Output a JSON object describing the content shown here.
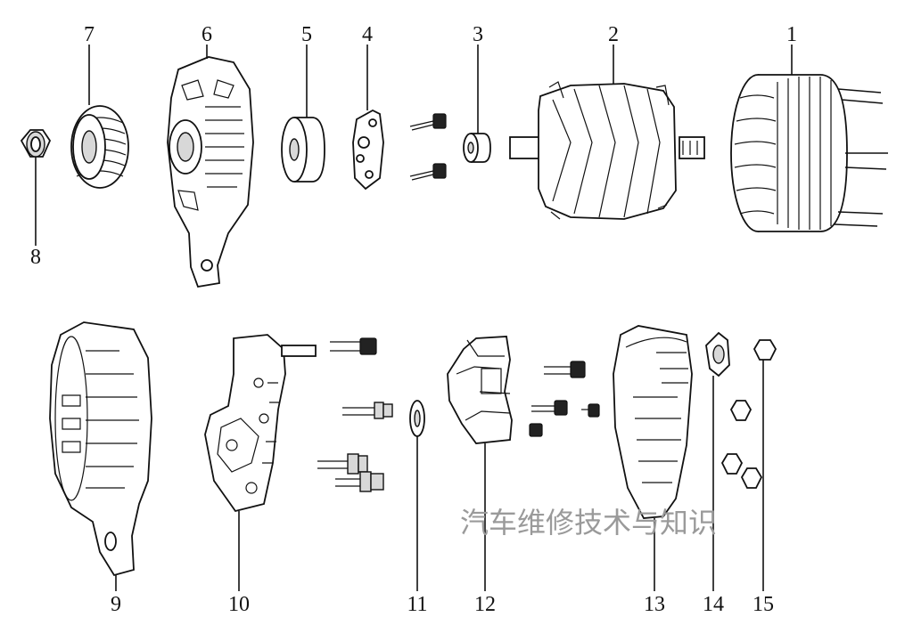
{
  "labels": {
    "p1": "1",
    "p2": "2",
    "p3": "3",
    "p4": "4",
    "p5": "5",
    "p6": "6",
    "p7": "7",
    "p8": "8",
    "p9": "9",
    "p10": "10",
    "p11": "11",
    "p12": "12",
    "p13": "13",
    "p14": "14",
    "p15": "15"
  },
  "watermark": "汽车维修技术与知识"
}
